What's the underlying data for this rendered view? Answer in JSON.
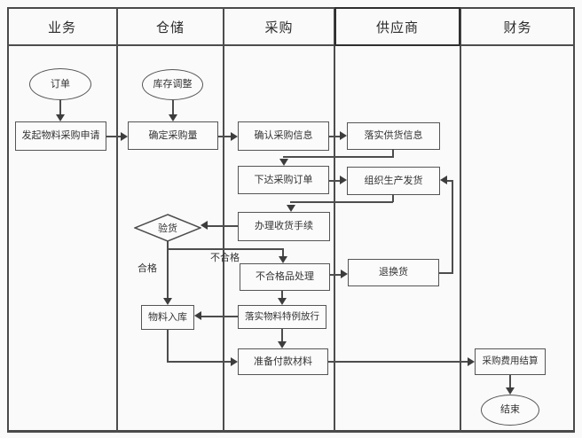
{
  "page": {
    "background": "#fafafa"
  },
  "diagram": {
    "type": "swimlane-flowchart",
    "lanes": [
      {
        "label": "业务"
      },
      {
        "label": "仓储"
      },
      {
        "label": "采购"
      },
      {
        "label": "供应商"
      },
      {
        "label": "财务"
      }
    ],
    "nodes": {
      "order": "订单",
      "initiate_request": "发起物料采购申请",
      "inventory_adjust": "库存调整",
      "determine_qty": "确定采购量",
      "confirm_info": "确认采购信息",
      "supply_info": "落实供货信息",
      "issue_po": "下达采购订单",
      "organize_ship": "组织生产发货",
      "receive_goods": "办理收货手续",
      "inspect": "验货",
      "nonconforming": "不合格品处理",
      "return_exchange": "退换货",
      "material_in": "物料入库",
      "special_release": "落实物料特例放行",
      "prepare_payment": "准备付款材料",
      "expense_settle": "采购费用结算",
      "end": "结束"
    },
    "edge_labels": {
      "qualified": "合格",
      "unqualified": "不合格"
    },
    "colors": {
      "line": "#4d4d4d",
      "box_border": "#555555",
      "background": "#fafafa",
      "text": "#333333"
    }
  }
}
